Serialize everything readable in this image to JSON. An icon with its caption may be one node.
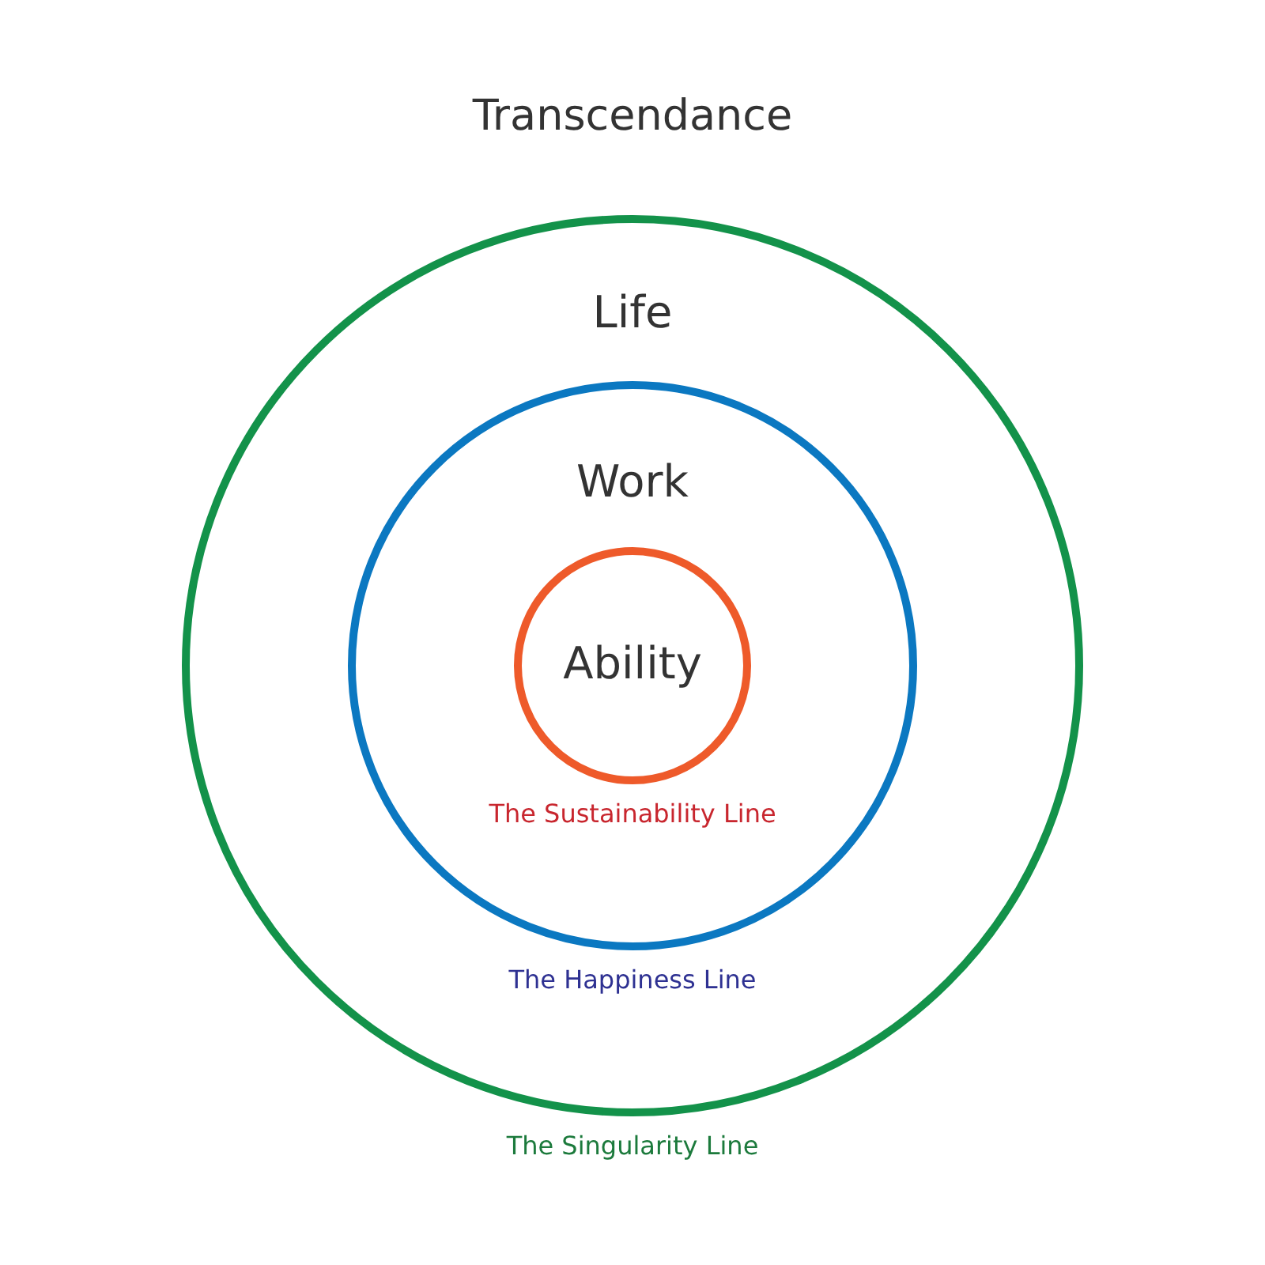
{
  "diagram": {
    "nodes": [
      {
        "text": [
          "Life"
        ],
        "beside": [
          "The Singularity Line"
        ]
      },
      {
        "text": [
          "Work"
        ],
        "in": 0,
        "beside": [
          "The Happiness Line"
        ]
      },
      {
        "text": [
          "Ability"
        ],
        "in": 1,
        "beside": [
          "The Sustainability Line"
        ]
      }
    ],
    "labels": [
      "Transcendance"
    ]
  }
}
